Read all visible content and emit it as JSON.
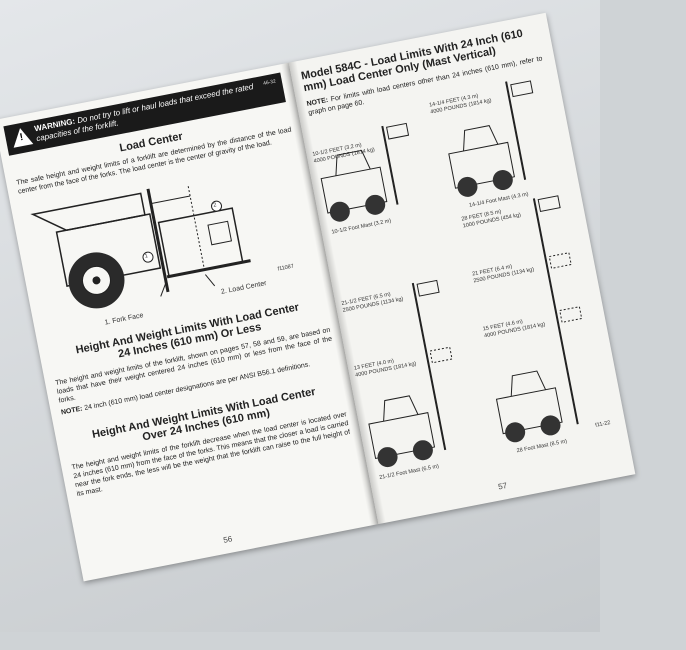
{
  "left_page": {
    "warning_label": "WARNING:",
    "warning_text": "Do not try to lift or haul loads that exceed the rated capacities of the forklift.",
    "page_code": "46-32",
    "section1_title": "Load Center",
    "section1_body": "The safe height and weight limits of a forklift are determined by the distance of the load center from the face of the forks. The load center is the center of gravity of the load.",
    "figure_labels": {
      "fork_face": "1.  Fork Face",
      "load_center": "2.  Load Center",
      "callout1": "1",
      "callout2": "2",
      "fig_code": "f11087"
    },
    "section2_title": "Height And Weight Limits With Load Center 24 Inches (610 mm) Or Less",
    "section2_body": "The height and weight limits of the forklift, shown on pages 57, 58 and 59, are based on loads that have their weight centered 24 inches (610 mm) or less from the face of the forks.",
    "note_label": "NOTE:",
    "note_text": "24 inch (610 mm) load center designations are per ANSI B56.1 definitions.",
    "section3_title": "Height And Weight Limits With Load Center Over 24 Inches (610 mm)",
    "section3_body": "The height and weight limits of the forklift decrease when the load center is located over 24 inches (610 mm) from the face of the forks. This means that the closer a load is carried near the fork ends, the less will be the weight that the forklift can raise to the full height of its mast.",
    "page_number": "56"
  },
  "right_page": {
    "title": "Model 584C - Load Limits With 24 Inch (610 mm) Load Center Only (Mast Vertical)",
    "note_label": "NOTE:",
    "note_text": "For limits with load centers other than 24 inches (610 mm), refer to graph on page 60.",
    "diagrams": [
      {
        "height": "10-1/2 FEET (3.2 m)",
        "weight": "4000 POUNDS (1814 kg)",
        "mast": "10-1/2 Foot Mast (3.2 m)"
      },
      {
        "height": "14-1/4 FEET (4.3 m)",
        "weight": "4000 POUNDS (1814 kg)",
        "mast": "14-1/4 Foot Mast (4.3 m)"
      },
      {
        "height_top": "21-1/2 FEET (6.5 m)",
        "weight_top": "2500 POUNDS (1134 kg)",
        "height_low": "13 FEET (4.0 m)",
        "weight_low": "4000 POUNDS (1814 kg)",
        "mast": "21-1/2 Foot Mast (6.5 m)"
      },
      {
        "height_top": "28 FEET (8.5 m)",
        "weight_top": "1000 POUNDS (454 kg)",
        "height_mid": "21 FEET (6.4 m)",
        "weight_mid": "2500 POUNDS (1134 kg)",
        "height_low": "15 FEET (4.6 m)",
        "weight_low": "4000 POUNDS (1814 kg)",
        "mast": "28 Foot Mast (8.5 m)"
      }
    ],
    "fig_code": "f11-22",
    "page_number": "57"
  }
}
